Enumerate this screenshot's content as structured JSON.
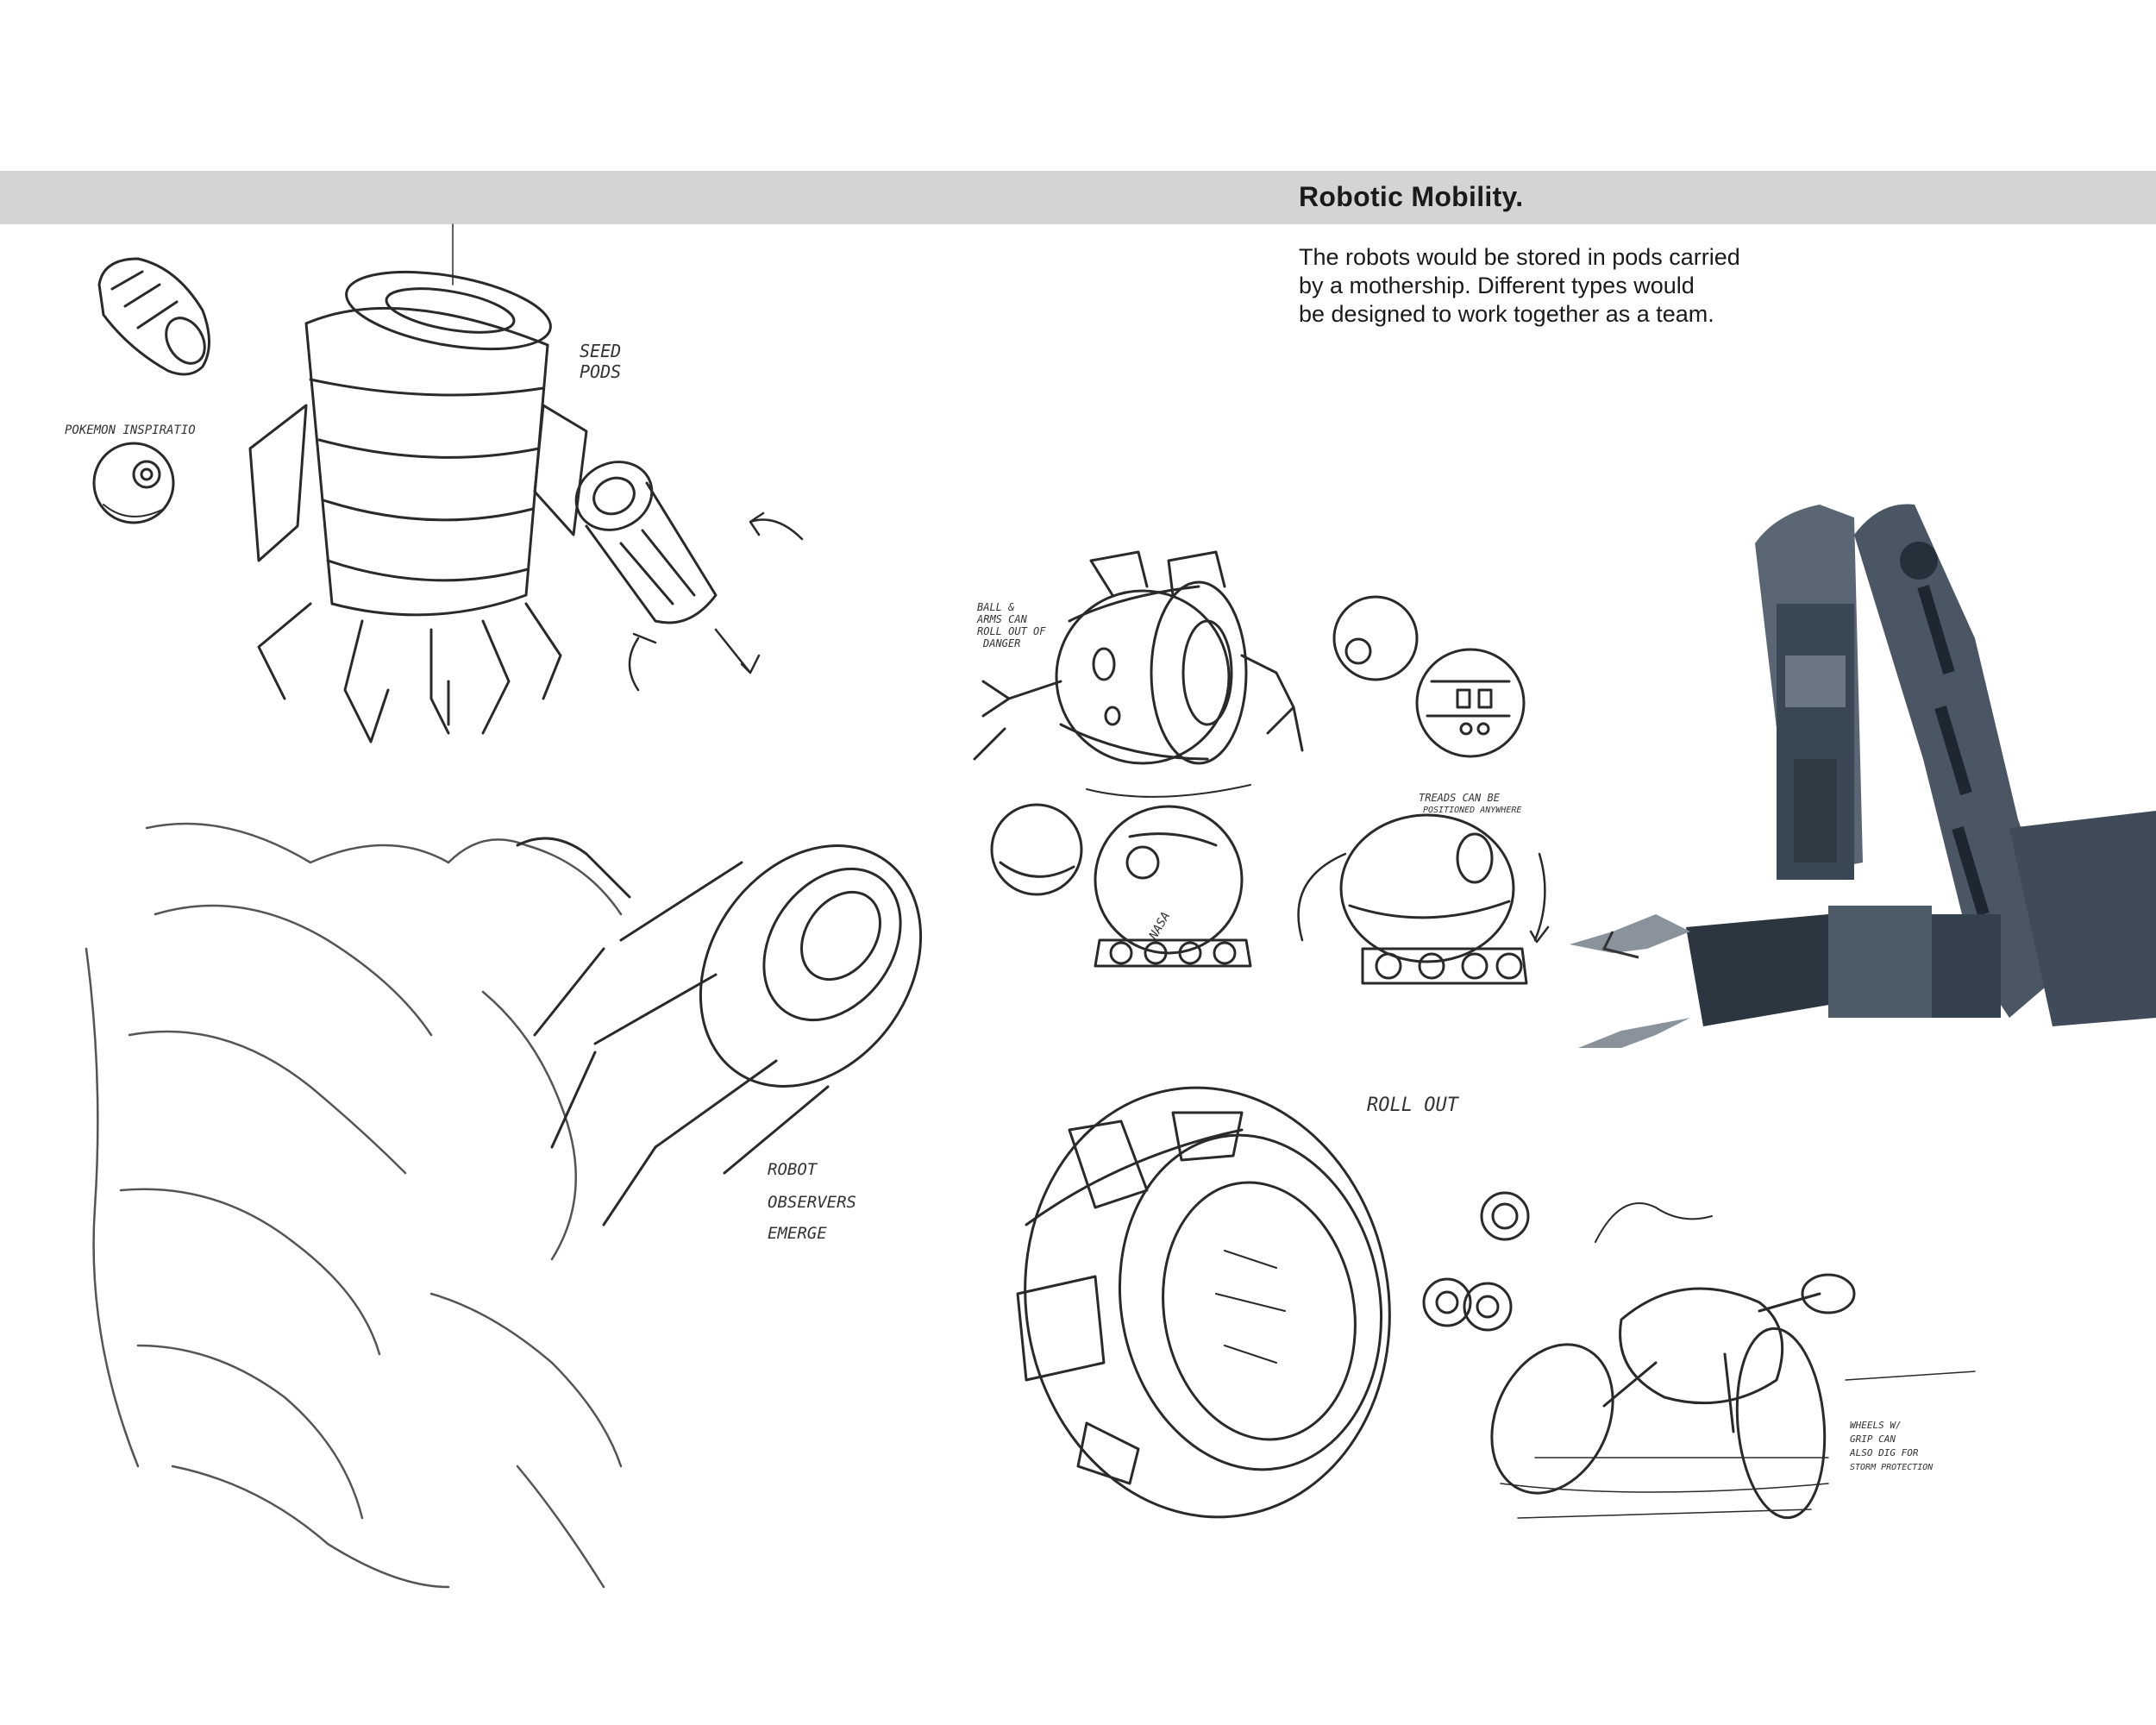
{
  "header": {
    "title": "Robotic Mobility."
  },
  "body_lines": [
    "The robots would be stored in pods carried",
    "by a mothership.  Different types would",
    "be designed to work together as a team."
  ],
  "sketch_notes": {
    "seed_pods": [
      "SEED",
      "PODS"
    ],
    "pokemon": "POKEMON INSPIRATIO",
    "ball_arms": [
      "BALL &",
      "ARMS CAN",
      "ROLL OUT OF",
      "DANGER"
    ],
    "treads": [
      "TREADS CAN BE",
      "POSITIONED ANYWHERE"
    ],
    "robot_observers": [
      "ROBOT",
      "OBSERVERS",
      "EMERGE"
    ],
    "roll_out": "ROLL OUT",
    "wheels": [
      "WHEELS W/",
      "GRIP CAN",
      "ALSO DIG FOR",
      "STORM PROTECTION"
    ],
    "nasa": "NASA"
  },
  "colors": {
    "title_bar": "#d4d4d4",
    "text": "#1a1a1a",
    "ink": "#2a2a2a",
    "metal": "#3a4855"
  }
}
